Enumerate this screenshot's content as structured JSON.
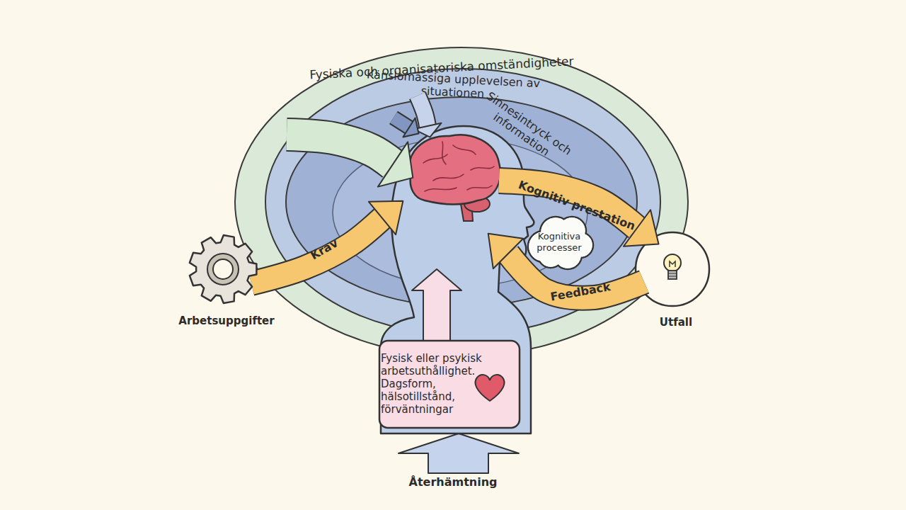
{
  "diagram": {
    "nodes": [
      {
        "text": [
          "Fysiska och organisatoriska omständigheter"
        ]
      },
      {
        "text": [
          "Känslomässiga upplevelsen av situationen"
        ],
        "in": 0
      },
      {
        "text": [
          "Sinnesintryck och information"
        ],
        "in": 1
      },
      {
        "text": [
          "Arbetsuppgifter"
        ]
      },
      {
        "text": [
          "Kognitiva processer"
        ],
        "in": 2
      },
      {
        "text": [
          "Utfall"
        ]
      },
      {
        "text": [
          "Fysisk eller psykisk arbetsuthållighet. Dagsform, hälsotillstånd, förväntningar"
        ]
      }
    ],
    "labels": [
      "Krav",
      "Kognitiv prestation",
      "Feedback",
      "Återhämtning"
    ]
  }
}
